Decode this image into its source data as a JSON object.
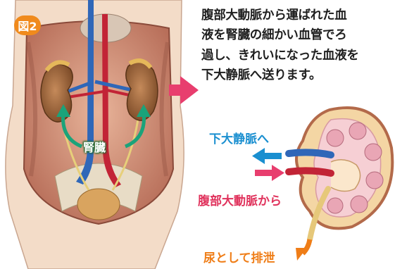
{
  "figure_label": "図2",
  "description_lines": [
    "腹部大動脈から運ばれた血",
    "液を腎臓の細かい血管でろ",
    "過し、きれいになった血液を",
    "下大静脈へ送ります。"
  ],
  "labels": {
    "kidney": "腎臓",
    "to_ivc": "下大静脈へ",
    "from_aorta": "腹部大動脈から",
    "urine": "尿として排泄"
  },
  "colors": {
    "badge": "#f08a1c",
    "vein_blue": "#1a8fd0",
    "artery_red": "#e0325c",
    "urine_orange": "#ef7d17",
    "arrow_green": "#1aa37a",
    "arrow_pink": "#e83e6e"
  }
}
